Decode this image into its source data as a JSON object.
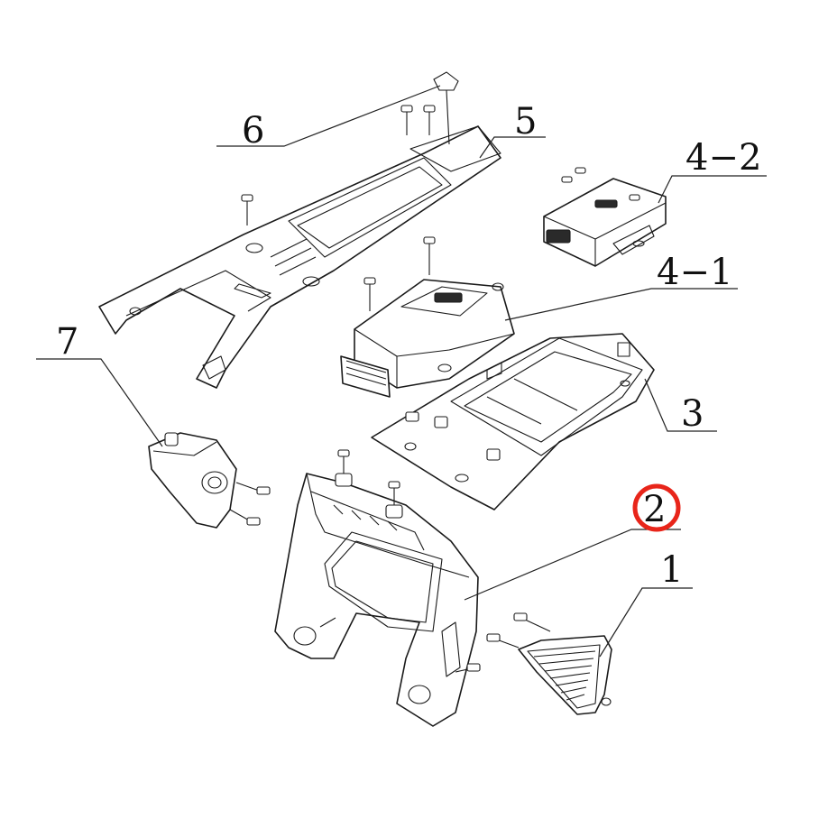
{
  "callouts": [
    {
      "id": "6",
      "label": "6"
    },
    {
      "id": "5",
      "label": "5"
    },
    {
      "id": "4-2",
      "label": "4−2"
    },
    {
      "id": "4-1",
      "label": "4−1"
    },
    {
      "id": "7",
      "label": "7"
    },
    {
      "id": "3",
      "label": "3"
    },
    {
      "id": "2",
      "label": "2"
    },
    {
      "id": "1",
      "label": "1"
    }
  ],
  "highlight": {
    "target": "2",
    "color": "#e8251a"
  },
  "colors": {
    "line": "#1a1a1a",
    "background": "#ffffff"
  }
}
